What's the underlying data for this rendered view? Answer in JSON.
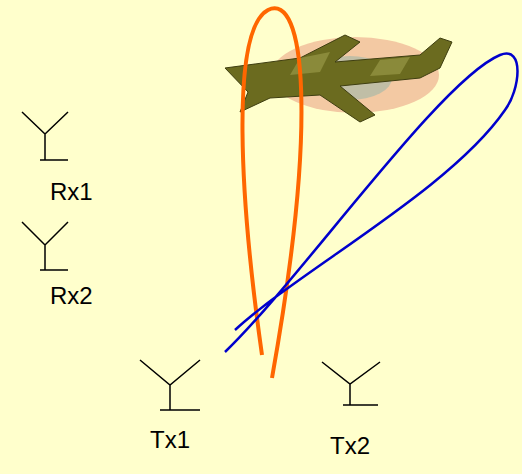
{
  "diagram": {
    "labels": [
      "Rx1",
      "Rx2",
      "Tx1",
      "Tx2"
    ]
  }
}
